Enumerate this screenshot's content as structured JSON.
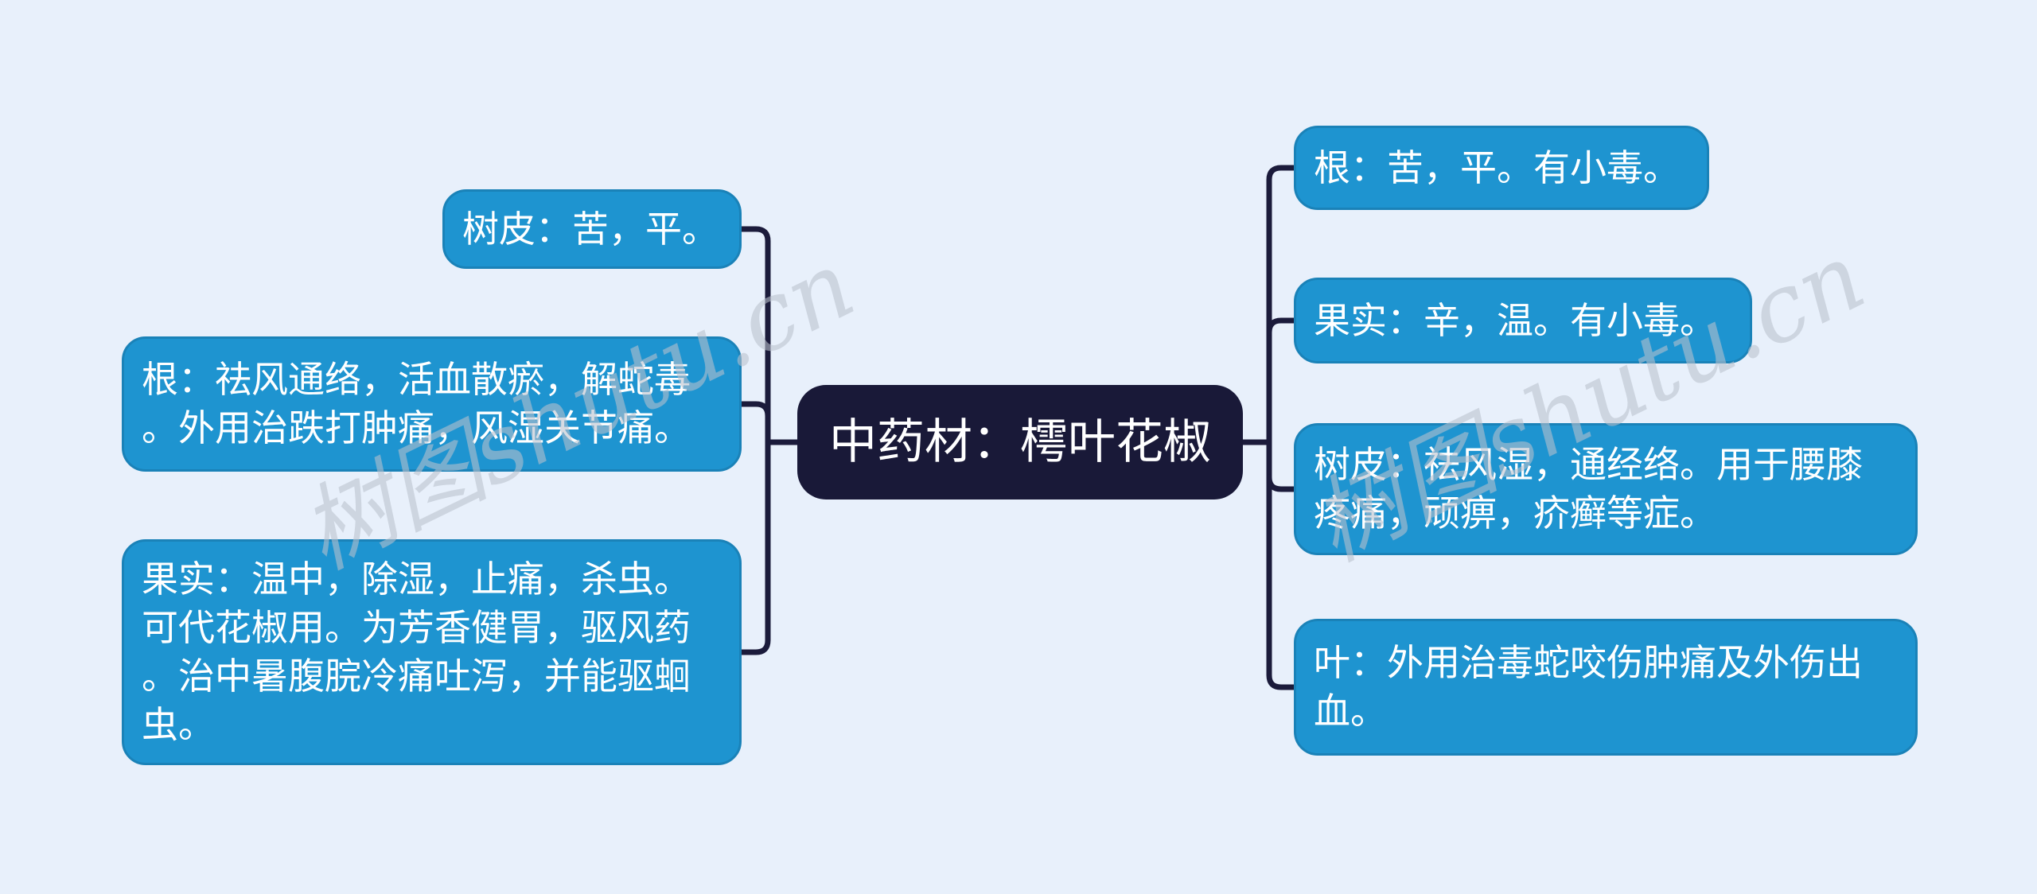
{
  "diagram": {
    "type": "mindmap",
    "root": {
      "label": "中药材：樗叶花椒"
    },
    "left_branches": [
      {
        "label": "树皮：苦，平。"
      },
      {
        "label": "根：祛风通络，活血散瘀，解蛇毒。外用治跌打肿痛，风湿关节痛。"
      },
      {
        "label": "果实：温中，除湿，止痛，杀虫。可代花椒用。为芳香健胃，驱风药。治中暑腹脘冷痛吐泻，并能驱蛔虫。"
      }
    ],
    "right_branches": [
      {
        "label": "根：苦，平。有小毒。"
      },
      {
        "label": "果实：辛，温。有小毒。"
      },
      {
        "label": "树皮：祛风湿，通经络。用于腰膝疼痛，顽痹，疥癣等症。"
      },
      {
        "label": "叶：外用治毒蛇咬伤肿痛及外伤出血。"
      }
    ]
  },
  "watermark": {
    "text": "树图shutu.cn"
  },
  "colors": {
    "canvas_background": "#e8f0fb",
    "branch_fill": "#1e94d0",
    "branch_border": "#1a82b8",
    "root_fill": "#191938",
    "connector": "#1b1b3b",
    "node_text": "#ffffff",
    "watermark_text": "#bac1cd"
  }
}
